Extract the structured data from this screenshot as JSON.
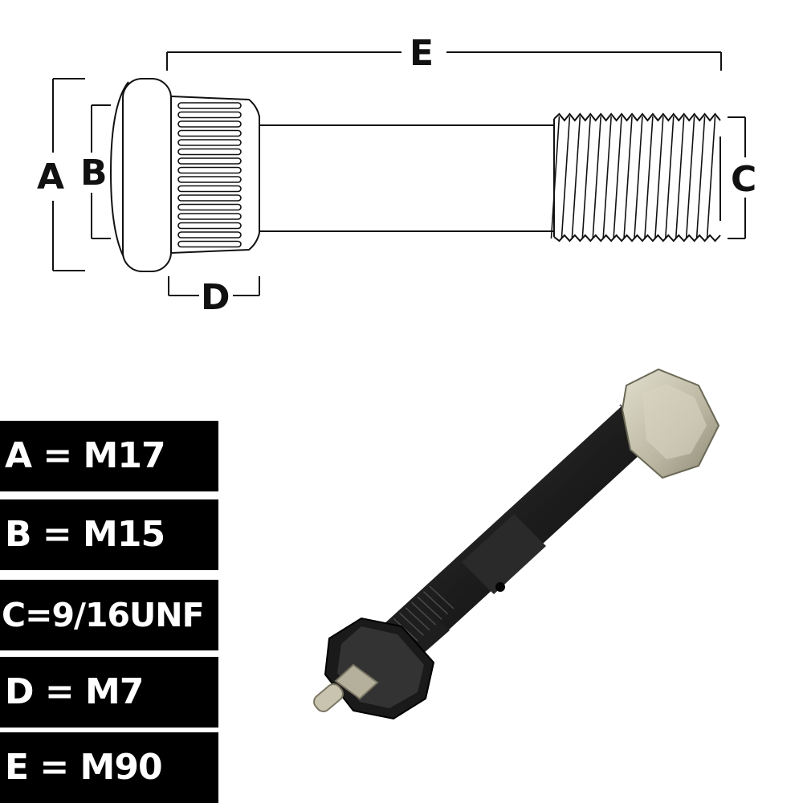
{
  "dimensions": {
    "a_letter": "A",
    "b_letter": "B",
    "c_letter": "C",
    "d_letter": "D",
    "e_letter": "E"
  },
  "specs": [
    {
      "text": "A = M17"
    },
    {
      "text": "B = M15"
    },
    {
      "text": "C=9/16UNF"
    },
    {
      "text": "D = M7"
    },
    {
      "text": "E = M90"
    }
  ],
  "colors": {
    "line": "#111111",
    "label_bg": "#000000",
    "label_text": "#ffffff",
    "bolt_body": "#1f1f1f",
    "nut_metal": "#c9c6b4"
  }
}
